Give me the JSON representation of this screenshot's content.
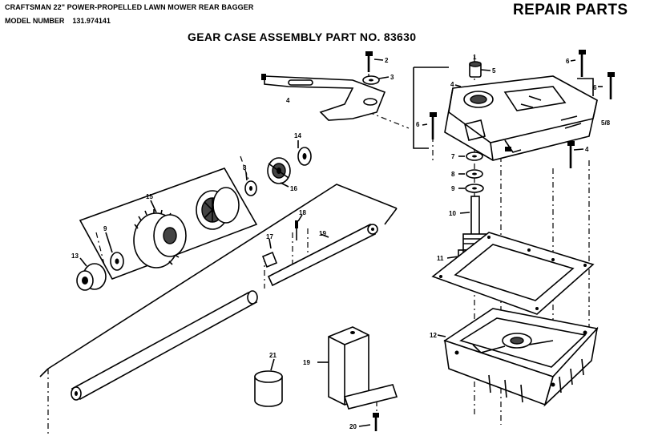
{
  "header": {
    "product_line": "CRAFTSMAN 22\" POWER-PROPELLED LAWN MOWER REAR BAGGER",
    "model_label": "MODEL NUMBER",
    "model_number": "131.974141",
    "page_title": "REPAIR PARTS",
    "assembly_title": "GEAR CASE ASSEMBLY PART NO. 83630"
  },
  "callouts": {
    "c1": "1",
    "c2": "2",
    "c3": "3",
    "c4a": "4",
    "c4b": "4",
    "c5": "5",
    "c6a": "6",
    "c6b": "6",
    "c6c": "6",
    "c58": "5/8",
    "c7": "7",
    "c8a": "8",
    "c8b": "8",
    "c9a": "9",
    "c9b": "9",
    "c10": "10",
    "c11": "11",
    "c12": "12",
    "c13": "13",
    "c14": "14",
    "c15": "15",
    "c16": "16",
    "c17": "17",
    "c18": "18",
    "c19": "19",
    "c20": "20",
    "c21": "21"
  }
}
